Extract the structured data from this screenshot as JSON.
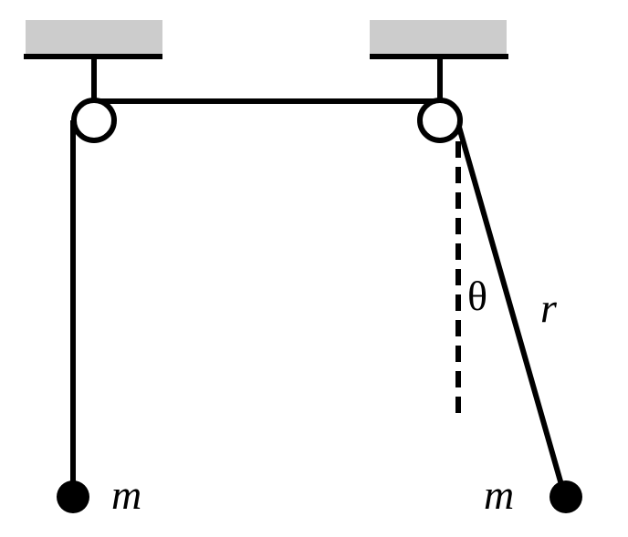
{
  "labels": {
    "mass_left": "m",
    "mass_right": "m",
    "angle": "θ",
    "length": "r"
  },
  "colors": {
    "stroke": "#000000",
    "support_fill": "#cccccc",
    "background": "#ffffff"
  }
}
